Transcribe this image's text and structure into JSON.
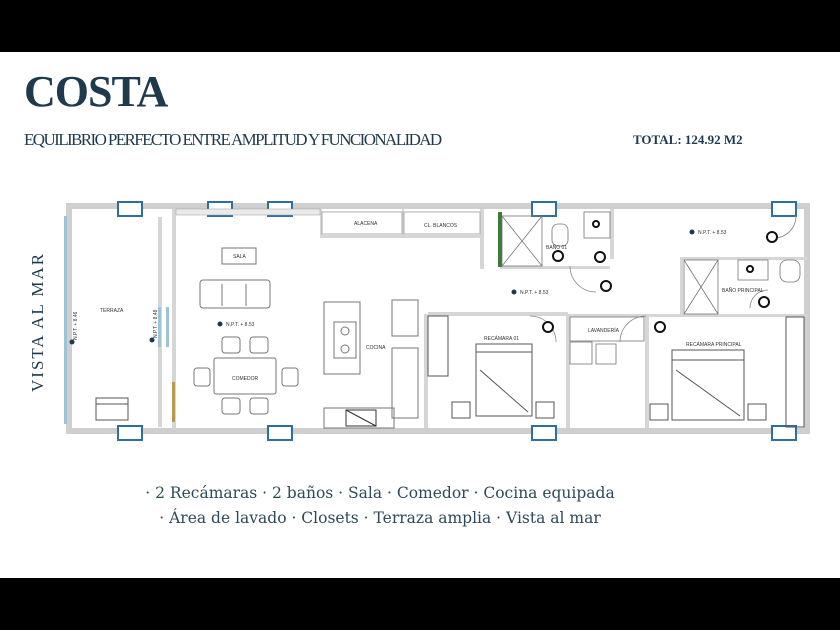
{
  "header": {
    "title": "COSTA",
    "subtitle": "EQUILIBRIO PERFECTO ENTRE AMPLITUD Y FUNCIONALIDAD",
    "total": "TOTAL: 124.92 M2"
  },
  "side_label": "VISTA AL MAR",
  "rooms": {
    "terraza": "TERRAZA",
    "sala": "SALA",
    "comedor": "COMEDOR",
    "cocina": "COCINA",
    "alacena": "ALACENA",
    "cl_blancos": "CL. BLANCOS",
    "bano_01": "BAÑO 01",
    "bano_principal": "BAÑO PRINCIPAL",
    "recamara_01": "RECÁMARA 01",
    "lavanderia": "LAVANDERÍA",
    "recamara_principal": "RECÁMARA PRINCIPAL"
  },
  "levels": {
    "npt_sala": "N.P.T. + 8.53",
    "npt_hall": "N.P.T. + 8.53",
    "npt_bedroom": "N.P.T. + 8.53",
    "npt_terraza_1": "N.P.T. + 8.46",
    "npt_terraza_2": "N.P.T. + 8.48"
  },
  "features": {
    "line1": "· 2 Recámaras · 2 baños · Sala · Comedor · Cocina equipada",
    "line2": "· Área de lavado · Closets · Terraza amplia · Vista al mar"
  },
  "colors": {
    "brand": "#1e3a4c",
    "window": "#2d6f9f",
    "wall": "#c7c7c7"
  }
}
